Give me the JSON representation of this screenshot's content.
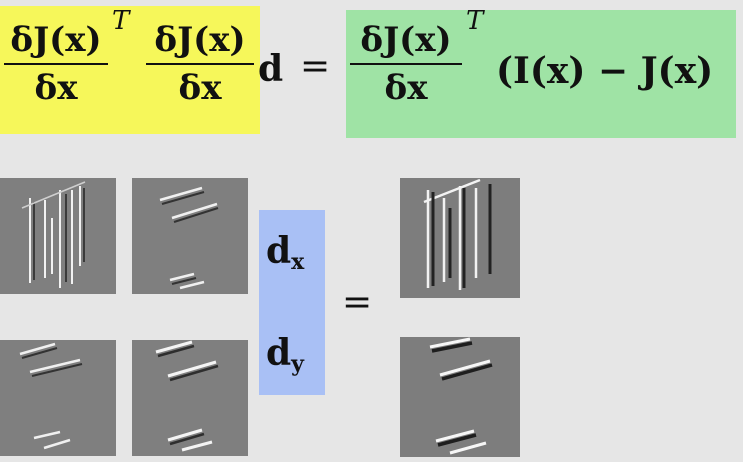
{
  "equation_top": {
    "frac_num": "δJ(x)",
    "frac_den": "δx",
    "transpose": "T",
    "var_d": "d",
    "equals": "=",
    "rhs": "(I(x) − J(x)"
  },
  "equation_bottom": {
    "dx": "d",
    "dx_sub": "x",
    "dy": "d",
    "dy_sub": "y",
    "equals": "="
  },
  "colors": {
    "background": "#e6e6e6",
    "yellow": "#f6f75a",
    "green": "#9fe3a5",
    "blue": "#a9c0f5",
    "image_gray": "#7d7d7d"
  }
}
